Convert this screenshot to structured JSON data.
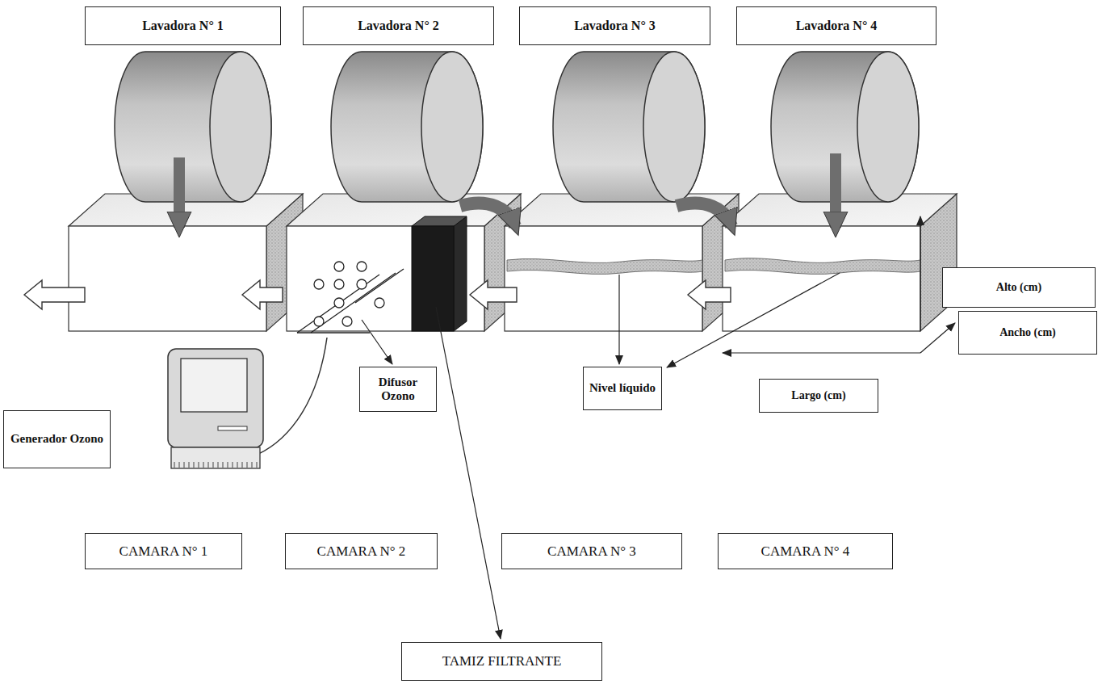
{
  "diagram": {
    "nodes": [
      {
        "text": [
          "Lavadora N° 1"
        ]
      },
      {
        "text": [
          "Lavadora N° 2"
        ]
      },
      {
        "text": [
          "Lavadora N° 3"
        ]
      },
      {
        "text": [
          "Lavadora N° 4"
        ]
      },
      {
        "text": [
          "Alto (cm)"
        ]
      },
      {
        "text": [
          "Ancho (cm)"
        ]
      },
      {
        "text": [
          "Generador Ozono"
        ]
      },
      {
        "text": [
          "Difusor Ozono"
        ]
      },
      {
        "text": [
          "Nivel líquido"
        ]
      },
      {
        "text": [
          "Largo (cm)"
        ]
      },
      {
        "text": [
          "CAMARA N° 1"
        ]
      },
      {
        "text": [
          "CAMARA N° 2"
        ]
      },
      {
        "text": [
          "CAMARA N° 3"
        ]
      },
      {
        "text": [
          "CAMARA N° 4"
        ]
      },
      {
        "text": [
          "TAMIZ FILTRANTE"
        ]
      }
    ]
  }
}
